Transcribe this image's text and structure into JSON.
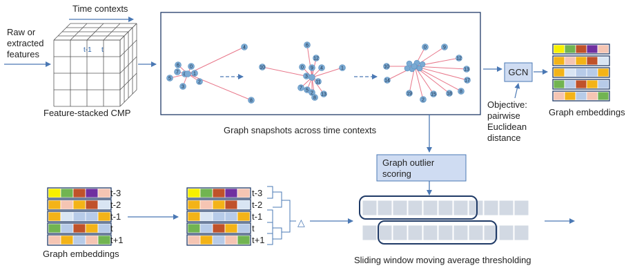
{
  "labels": {
    "time_contexts": "Time contexts",
    "raw_line1": "Raw or",
    "raw_line2": "extracted",
    "raw_line3": "features",
    "cube_t1": "t-1",
    "cube_t": "t",
    "cube_caption": "Feature-stacked CMP",
    "snapshots_caption": "Graph snapshots across time contexts",
    "gcn": "GCN",
    "objective_line1": "Objective:",
    "objective_line2": "pairwise",
    "objective_line3": "Euclidean",
    "objective_line4": "distance",
    "graph_embeddings_top": "Graph embeddings",
    "outlier_line1": "Graph outlier",
    "outlier_line2": "scoring",
    "graph_embeddings_bottom": "Graph embeddings",
    "delta": "△",
    "sliding_caption": "Sliding window moving average thresholding"
  },
  "time_labels": [
    "t-3",
    "t-2",
    "t-1",
    "t",
    "t+1"
  ],
  "colors": {
    "yellow": "#f7f000",
    "green": "#71b451",
    "brown": "#c0522a",
    "purple": "#7030a0",
    "pink": "#f5c5b3",
    "orange": "#f3b318",
    "lightblue": "#b7cbe8",
    "paleblue": "#d9e5f3",
    "accent": "#4a78b4",
    "node": "#7aaad3",
    "edge": "#e8778a",
    "window_fill": "#d2d9e3"
  },
  "embedding_rows": [
    [
      "yellow",
      "green",
      "brown",
      "purple",
      "pink"
    ],
    [
      "orange",
      "pink",
      "orange",
      "brown",
      "paleblue"
    ],
    [
      "orange",
      "paleblue",
      "lightblue",
      "lightblue",
      "orange"
    ],
    [
      "green",
      "lightblue",
      "brown",
      "orange",
      "lightblue"
    ],
    [
      "pink",
      "orange",
      "lightblue",
      "pink",
      "green"
    ]
  ],
  "graph1": {
    "nodes": [
      "6",
      "7",
      "8",
      "1",
      "0",
      "5",
      "3",
      "2",
      "4",
      "8"
    ]
  },
  "graph2": {
    "nodes": [
      "6",
      "12",
      "10",
      "0",
      "9",
      "4",
      "3",
      "11",
      "7",
      "5",
      "2",
      "8",
      "13",
      "1"
    ]
  },
  "graph3": {
    "nodes": [
      "10",
      "0",
      "9",
      "12",
      "13",
      "17",
      "14",
      "19",
      "2",
      "15",
      "18",
      "8"
    ]
  }
}
